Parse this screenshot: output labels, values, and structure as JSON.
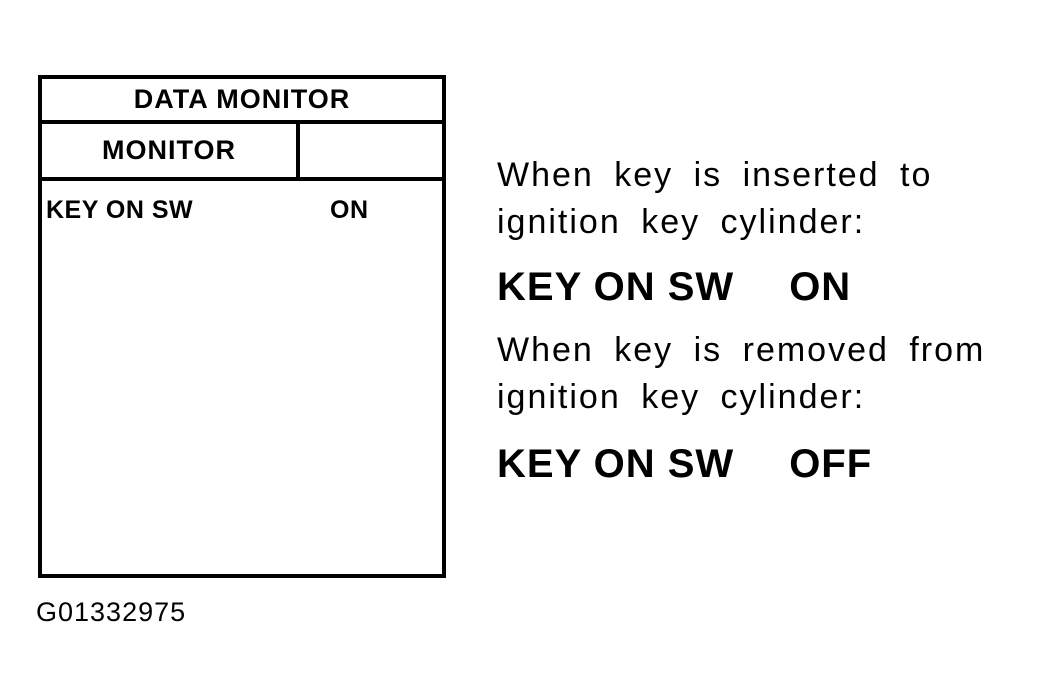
{
  "figure": {
    "id_label": "G01332975"
  },
  "data_monitor": {
    "title": "DATA MONITOR",
    "column_header": "MONITOR",
    "rows": [
      {
        "name": "KEY ON SW",
        "value": "ON"
      }
    ]
  },
  "caption": {
    "paragraphs": [
      {
        "lines": [
          "When key is inserted to",
          "ignition key cylinder:"
        ],
        "signal": "KEY ON SW",
        "state": "ON"
      },
      {
        "lines": [
          "When key is removed from",
          "ignition key cylinder:"
        ],
        "signal": "KEY ON SW",
        "state": "OFF"
      }
    ]
  },
  "colors": {
    "ink": "#000000",
    "background": "#ffffff"
  }
}
